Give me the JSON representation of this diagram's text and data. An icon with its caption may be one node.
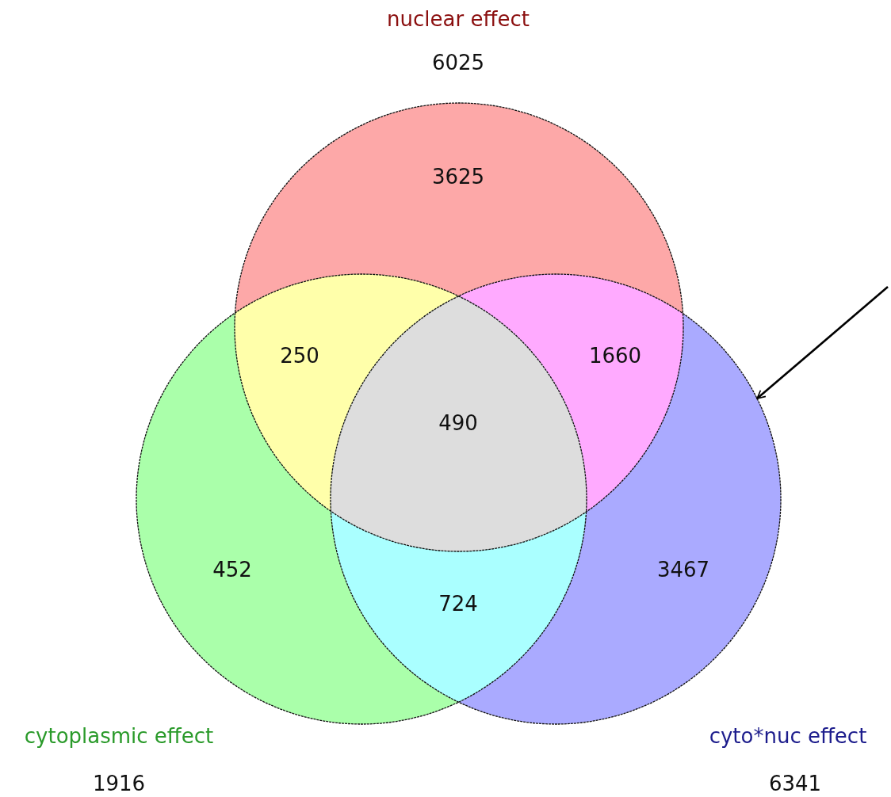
{
  "diagram": {
    "nodes": [
      {
        "text": [
          "nuclear effect"
        ],
        "beside": [
          "6025"
        ]
      },
      {
        "text": [
          "cytoplasmic effect"
        ],
        "beside": [
          "1916"
        ]
      },
      {
        "text": [
          "cyto*nuc effect"
        ],
        "beside": [
          "6341"
        ]
      }
    ],
    "edges": [
      {
        "from": null,
        "to": 2,
        "arrow": "to"
      }
    ],
    "labels": [
      "3625",
      "250",
      "1660",
      "490",
      "452",
      "724",
      "3467"
    ]
  }
}
